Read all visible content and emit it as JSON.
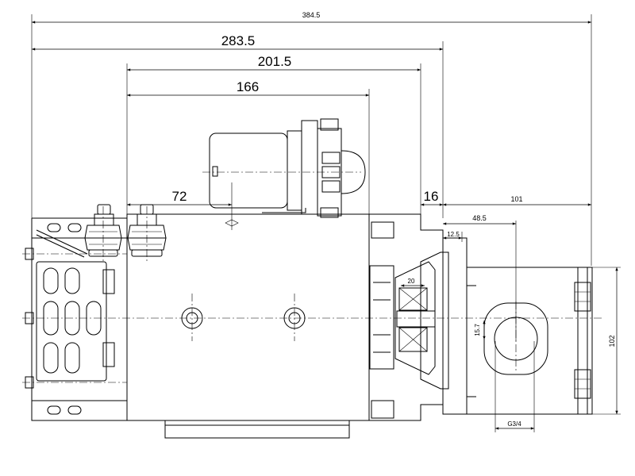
{
  "dimensions": {
    "overall_length": "384.5",
    "motor_to_flange": "283.5",
    "to_pump_flange": "201.5",
    "solenoid_span": "166",
    "solenoid_offset": "72",
    "flange_thickness": "16",
    "pump_to_end": "101",
    "pump_port_offset": "48.5",
    "pump_step": "12.5",
    "shaft_spline": "20",
    "port_height": "15.7",
    "pump_height": "102",
    "port_thread": "G3/4"
  }
}
